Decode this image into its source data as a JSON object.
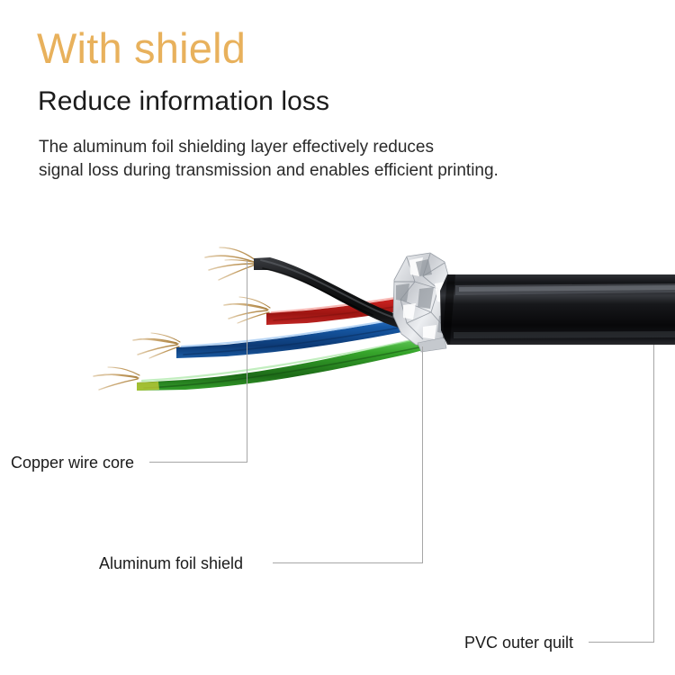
{
  "header": {
    "headline": "With shield",
    "subhead": "Reduce information loss",
    "body_line1": "The aluminum foil shielding layer effectively reduces",
    "body_line2": "signal loss during transmission and enables efficient printing."
  },
  "callouts": [
    {
      "id": "copper",
      "label": "Copper wire core"
    },
    {
      "id": "foil",
      "label": "Aluminum foil shield"
    },
    {
      "id": "pvc",
      "label": "PVC outer quilt"
    }
  ],
  "colors": {
    "headline": "#e8b15c",
    "heading_text": "#1b1b1b",
    "body_text": "#2a2a2a",
    "leader_line": "#a6a6a6",
    "background": "#ffffff",
    "wire_black": "#17181a",
    "wire_red": "#c8201f",
    "wire_blue": "#15539e",
    "wire_green": "#34a22a",
    "copper_strand": "#c9a06a",
    "foil_silver": "#d8dadd",
    "jacket_black": "#101013"
  },
  "artwork": {
    "name": "shielded-4-core-cable-cutaway",
    "wires": [
      {
        "name": "black-wire",
        "color_key": "wire_black"
      },
      {
        "name": "red-wire",
        "color_key": "wire_red"
      },
      {
        "name": "blue-wire",
        "color_key": "wire_blue"
      },
      {
        "name": "green-wire",
        "color_key": "wire_green"
      }
    ],
    "layers": [
      "copper conductor strands",
      "aluminum foil shield",
      "PVC outer jacket"
    ]
  }
}
